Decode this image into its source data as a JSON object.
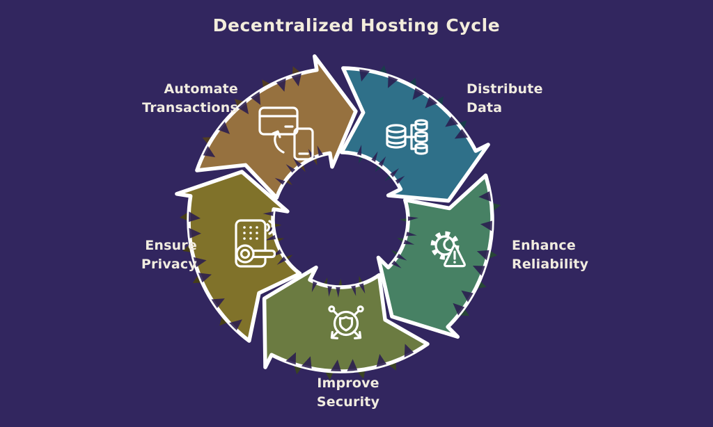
{
  "title": "Decentralized Hosting Cycle",
  "colors": {
    "background": "#32265f",
    "outline": "#ffffff",
    "text": "#f1ece0",
    "tear_shadow": "#2b1d50"
  },
  "cycle": {
    "type": "cycle-diagram",
    "direction": "clockwise",
    "segments": [
      {
        "label": "Automate Transactions",
        "label_lines": [
          "Automate",
          "Transactions"
        ],
        "color": "#96713f",
        "icon": "card-phone-transfer-icon",
        "label_position": "top-left"
      },
      {
        "label": "Distribute Data",
        "label_lines": [
          "Distribute",
          "Data"
        ],
        "color": "#2f7089",
        "icon": "database-distribution-icon",
        "label_position": "top-right"
      },
      {
        "label": "Enhance Reliability",
        "label_lines": [
          "Enhance",
          "Reliability"
        ],
        "color": "#478164",
        "icon": "gear-warning-icon",
        "label_position": "right"
      },
      {
        "label": "Improve Security",
        "label_lines": [
          "Improve",
          "Security"
        ],
        "color": "#6b7b41",
        "icon": "shield-network-icon",
        "label_position": "bottom"
      },
      {
        "label": "Ensure Privacy",
        "label_lines": [
          "Ensure",
          "Privacy"
        ],
        "color": "#80722a",
        "icon": "smart-lock-icon",
        "label_position": "left"
      }
    ]
  }
}
